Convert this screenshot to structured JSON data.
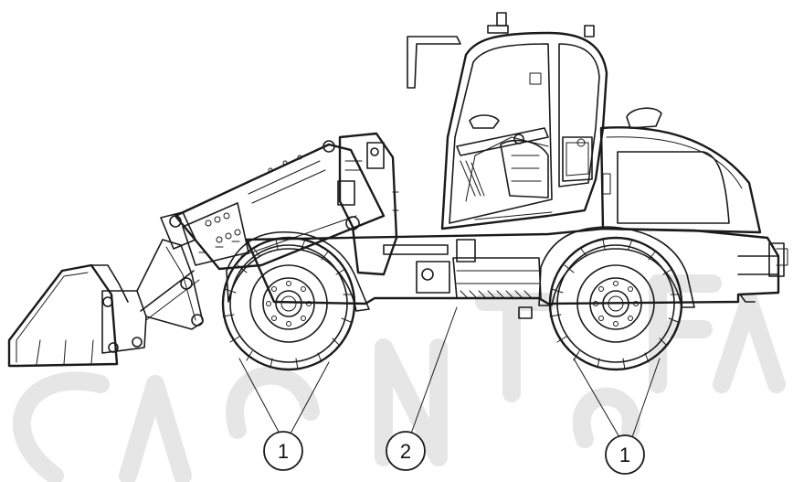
{
  "diagram": {
    "callouts": [
      {
        "id": "tyres-front",
        "label": "1"
      },
      {
        "id": "frame",
        "label": "2"
      },
      {
        "id": "tyres-rear",
        "label": "1"
      }
    ],
    "colors": {
      "line": "#1a1a1a",
      "watermark": "#e6e6e6",
      "background": "#ffffff"
    }
  }
}
